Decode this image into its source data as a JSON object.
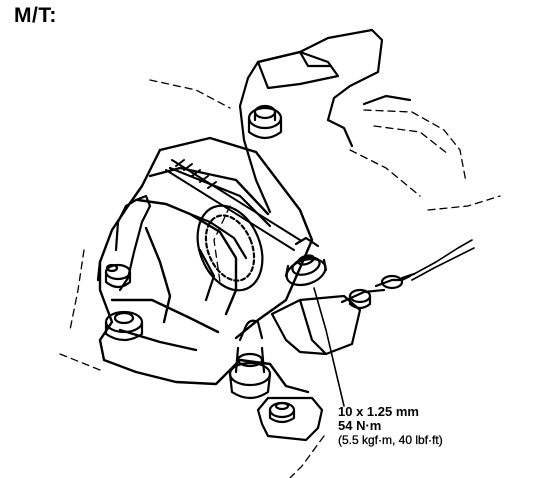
{
  "title": "M/T:",
  "callout": {
    "size": "10 x 1.25 mm",
    "torque_nm": "54 N·m",
    "torque_alt": "(5.5 kgf·m, 40 lbf·ft)"
  },
  "colors": {
    "ink": "#000000",
    "paper": "#ffffff"
  }
}
